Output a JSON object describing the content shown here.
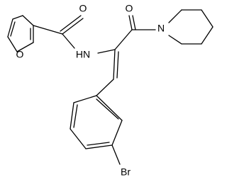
{
  "atoms": {
    "o_carbonyl_left": "O",
    "o_carbonyl_right": "O",
    "o_furan": "O",
    "n_amide": "HN",
    "n_piperidine": "N",
    "br": "Br"
  }
}
